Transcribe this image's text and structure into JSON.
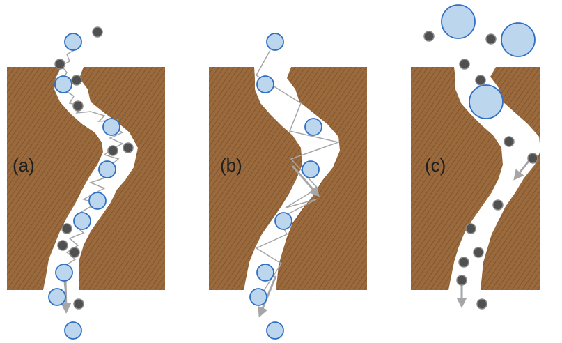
{
  "panels": [
    {
      "id": "a",
      "label": "(a)"
    },
    {
      "id": "b",
      "label": "(b)"
    },
    {
      "id": "c",
      "label": "(c)"
    }
  ],
  "colors": {
    "rock": "#9b6a3c",
    "rock_stripe": "#7f5530",
    "channel": "#ffffff",
    "large_particle_fill": "#bcd6ee",
    "large_particle_stroke": "#2f6fc4",
    "small_particle_fill": "#505050",
    "small_particle_stroke": "#8a8a8a",
    "path_line": "#a6a6a6",
    "label_text": "#1f1f1f"
  },
  "icons": {
    "large_particle": "light-blue-circle",
    "small_particle": "dark-gray-dot",
    "direction_arrow": "gray-arrow"
  }
}
